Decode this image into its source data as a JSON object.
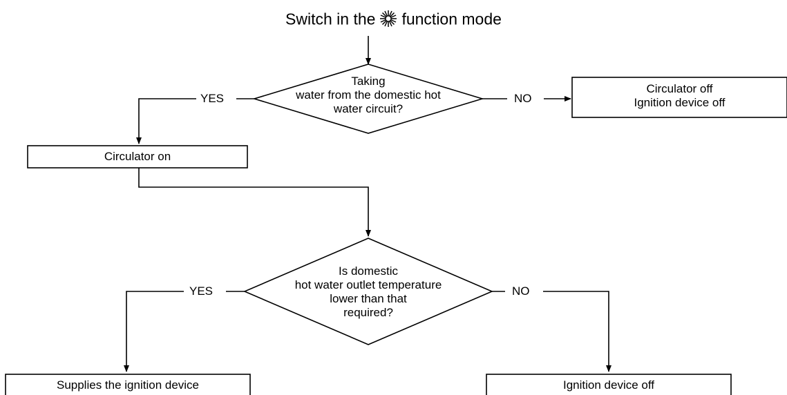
{
  "title": {
    "before": "Switch in the",
    "icon": "sun-icon",
    "after": "function mode"
  },
  "decision1": {
    "lines": [
      "Taking",
      "water from the domestic hot",
      "water circuit?"
    ],
    "yes_label": "YES",
    "no_label": "NO"
  },
  "box_circulator_ignition_off": {
    "lines": [
      "Circulator off",
      "Ignition device off"
    ]
  },
  "box_circulator_on": {
    "label": "Circulator on"
  },
  "decision2": {
    "lines": [
      "Is domestic",
      "hot water outlet temperature",
      "lower than that",
      "required?"
    ],
    "yes_label": "YES",
    "no_label": "NO"
  },
  "box_supplies_ignition": {
    "label": "Supplies the ignition device"
  },
  "box_ignition_off": {
    "label": "Ignition device off"
  },
  "colors": {
    "stroke": "#000000",
    "background": "#ffffff"
  }
}
